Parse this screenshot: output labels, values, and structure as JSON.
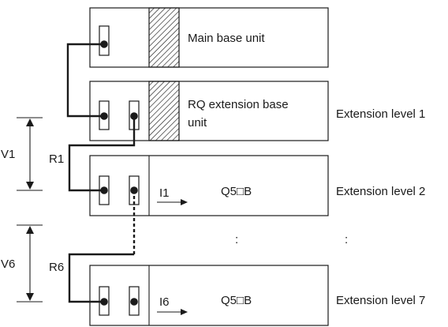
{
  "units": {
    "main": {
      "label": "Main base unit"
    },
    "rq_extension": {
      "label_line1": "RQ extension base",
      "label_line2": "unit",
      "level": "Extension level 1"
    },
    "q5b_level2": {
      "label": "Q5□B",
      "level": "Extension level 2",
      "current": "I1"
    },
    "q5b_level7": {
      "label": "Q5□B",
      "level": "Extension level 7",
      "current": "I6"
    }
  },
  "voltage_drops": {
    "v1": "V1",
    "v6": "V6"
  },
  "cables": {
    "r1": "R1",
    "r6": "R6"
  },
  "ellipsis": ":"
}
